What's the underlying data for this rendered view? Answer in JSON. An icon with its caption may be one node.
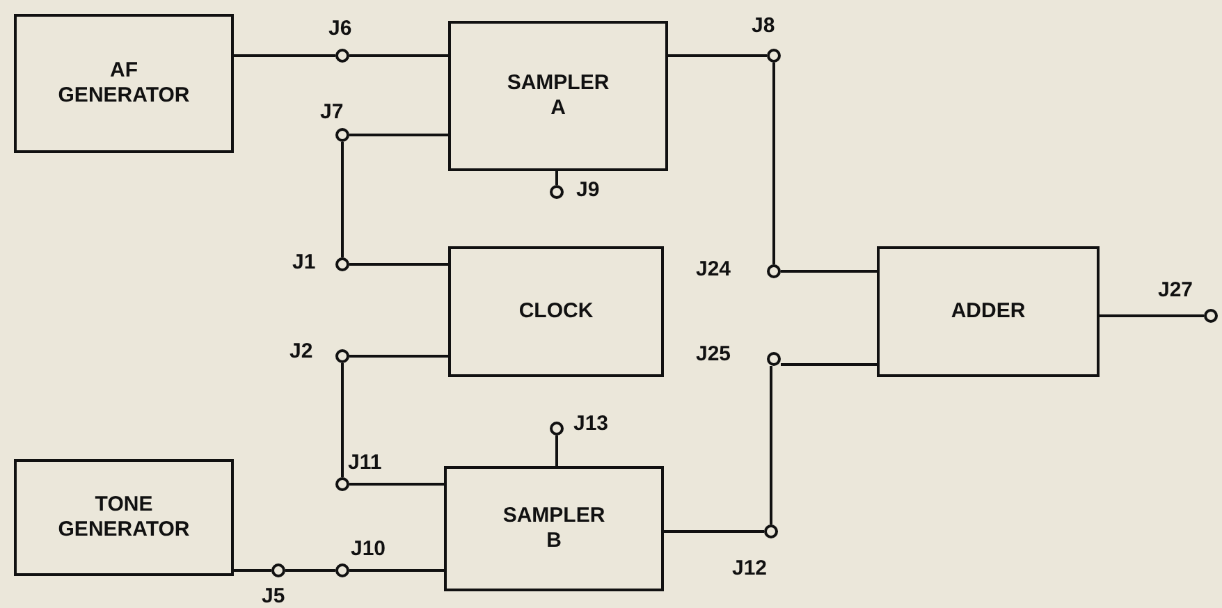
{
  "diagram": {
    "nodes": [
      {
        "text": [
          "AF GENERATOR"
        ]
      },
      {
        "text": [
          "SAMPLER A"
        ]
      },
      {
        "text": [
          "CLOCK"
        ]
      },
      {
        "text": [
          "ADDER"
        ]
      },
      {
        "text": [
          "TONE GENERATOR"
        ]
      },
      {
        "text": [
          "SAMPLER B"
        ]
      },
      {
        "text": [],
        "shape": "circle",
        "beside": [
          "J6"
        ]
      },
      {
        "text": [],
        "shape": "circle",
        "beside": [
          "J8"
        ]
      },
      {
        "text": [],
        "shape": "circle",
        "beside": [
          "J7"
        ]
      },
      {
        "text": [],
        "shape": "circle",
        "beside": [
          "J9"
        ]
      },
      {
        "text": [],
        "shape": "circle",
        "beside": [
          "J1"
        ]
      },
      {
        "text": [],
        "shape": "circle",
        "beside": [
          "J24"
        ]
      },
      {
        "text": [],
        "shape": "circle",
        "beside": [
          "J27"
        ]
      },
      {
        "text": [],
        "shape": "circle",
        "beside": [
          "J2"
        ]
      },
      {
        "text": [],
        "shape": "circle",
        "beside": [
          "J25"
        ]
      },
      {
        "text": [],
        "shape": "circle",
        "beside": [
          "J13"
        ]
      },
      {
        "text": [],
        "shape": "circle",
        "beside": [
          "J11"
        ]
      },
      {
        "text": [],
        "shape": "circle",
        "beside": [
          "J10"
        ]
      },
      {
        "text": [],
        "shape": "circle",
        "beside": [
          "J12"
        ]
      },
      {
        "text": [],
        "shape": "circle",
        "beside": [
          "J5"
        ]
      }
    ],
    "edges": [
      {
        "from": 0,
        "to": 6,
        "arrow": "none"
      },
      {
        "from": 6,
        "to": 1,
        "arrow": "none"
      },
      {
        "from": 8,
        "to": 1,
        "arrow": "none"
      },
      {
        "from": 8,
        "to": 10,
        "arrow": "none"
      },
      {
        "from": 10,
        "to": 2,
        "arrow": "none"
      },
      {
        "from": 1,
        "to": 9,
        "arrow": "none"
      },
      {
        "from": 1,
        "to": 7,
        "arrow": "none"
      },
      {
        "from": 7,
        "to": 11,
        "arrow": "none"
      },
      {
        "from": 11,
        "to": 3,
        "arrow": "none"
      },
      {
        "from": 3,
        "to": 12,
        "arrow": "none"
      },
      {
        "from": 13,
        "to": 2,
        "arrow": "none"
      },
      {
        "from": 13,
        "to": 16,
        "arrow": "none"
      },
      {
        "from": 16,
        "to": 5,
        "arrow": "none"
      },
      {
        "from": 15,
        "to": 5,
        "arrow": "none"
      },
      {
        "from": 4,
        "to": 19,
        "arrow": "none"
      },
      {
        "from": 19,
        "to": 17,
        "arrow": "none"
      },
      {
        "from": 17,
        "to": 5,
        "arrow": "none"
      },
      {
        "from": 5,
        "to": 18,
        "arrow": "none"
      },
      {
        "from": 18,
        "to": 14,
        "arrow": "none"
      },
      {
        "from": 14,
        "to": 3,
        "arrow": "none"
      }
    ]
  }
}
